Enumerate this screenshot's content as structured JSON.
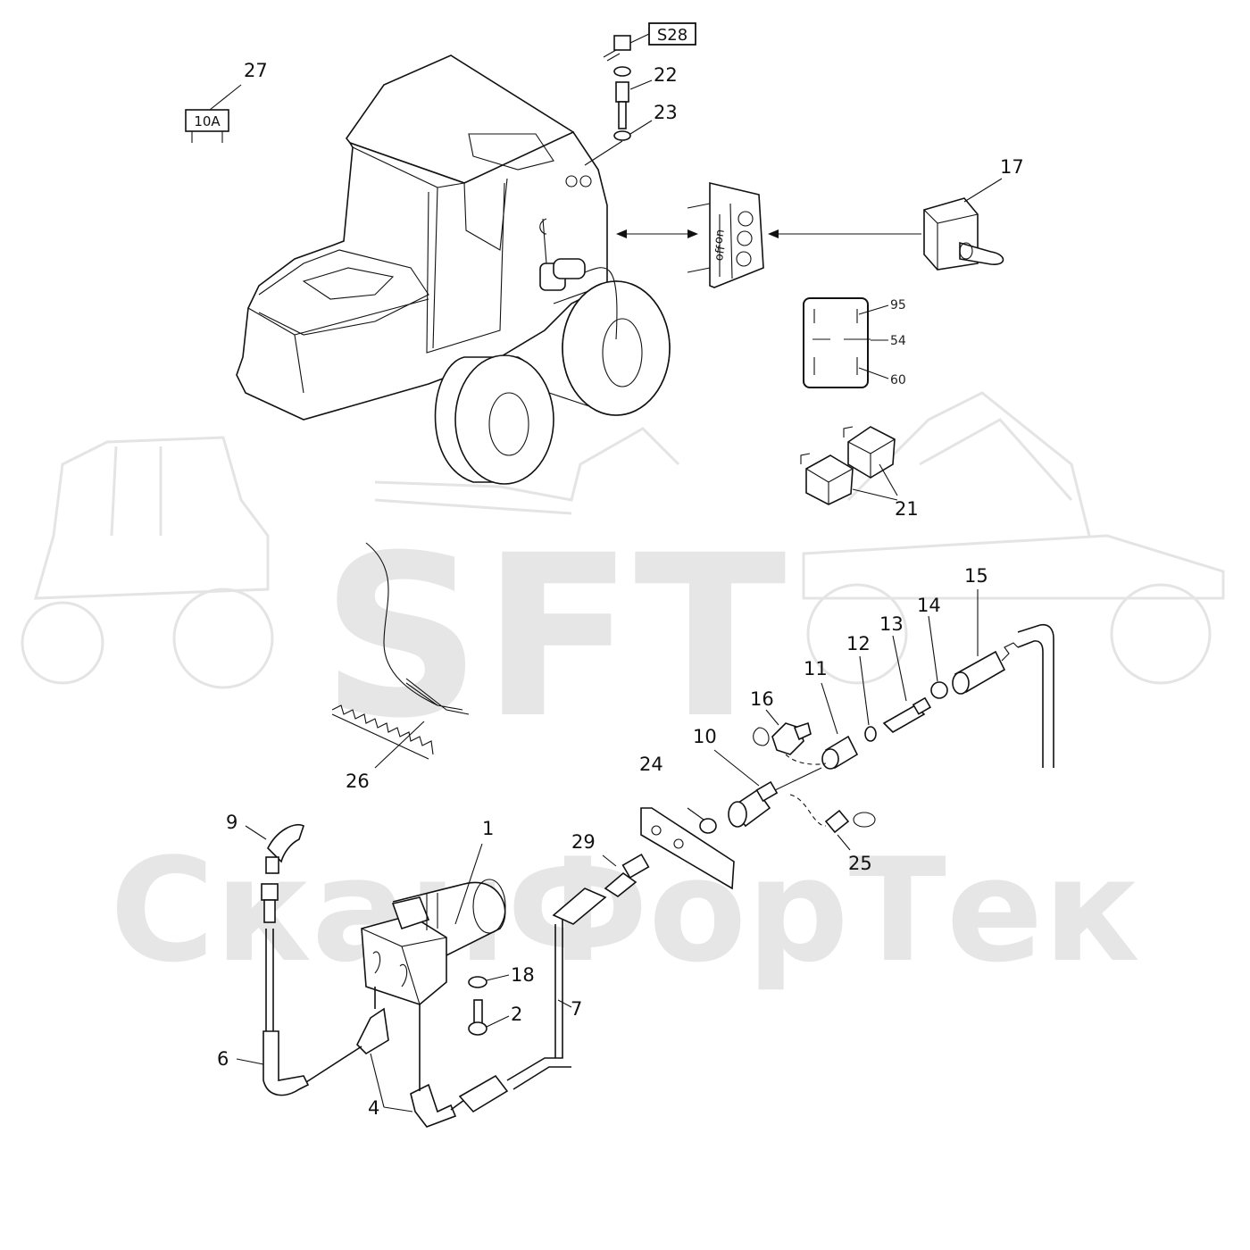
{
  "watermark": {
    "logo_text": "SFT",
    "company_text": "СканФорТек",
    "color": "#e6e6e6"
  },
  "relay_terminals": [
    "95",
    "54",
    "60"
  ],
  "switch_plate": {
    "on_label": "on",
    "off_label": "off"
  },
  "fuse_label": "10A",
  "ref_box_label": "S28",
  "callouts": {
    "c1": "1",
    "c2": "2",
    "c4": "4",
    "c6": "6",
    "c7": "7",
    "c9": "9",
    "c10": "10",
    "c11": "11",
    "c12": "12",
    "c13": "13",
    "c14": "14",
    "c15": "15",
    "c16": "16",
    "c17": "17",
    "c18": "18",
    "c21": "21",
    "c22": "22",
    "c23": "23",
    "c24": "24",
    "c25": "25",
    "c26": "26",
    "c27": "27",
    "c29": "29"
  }
}
